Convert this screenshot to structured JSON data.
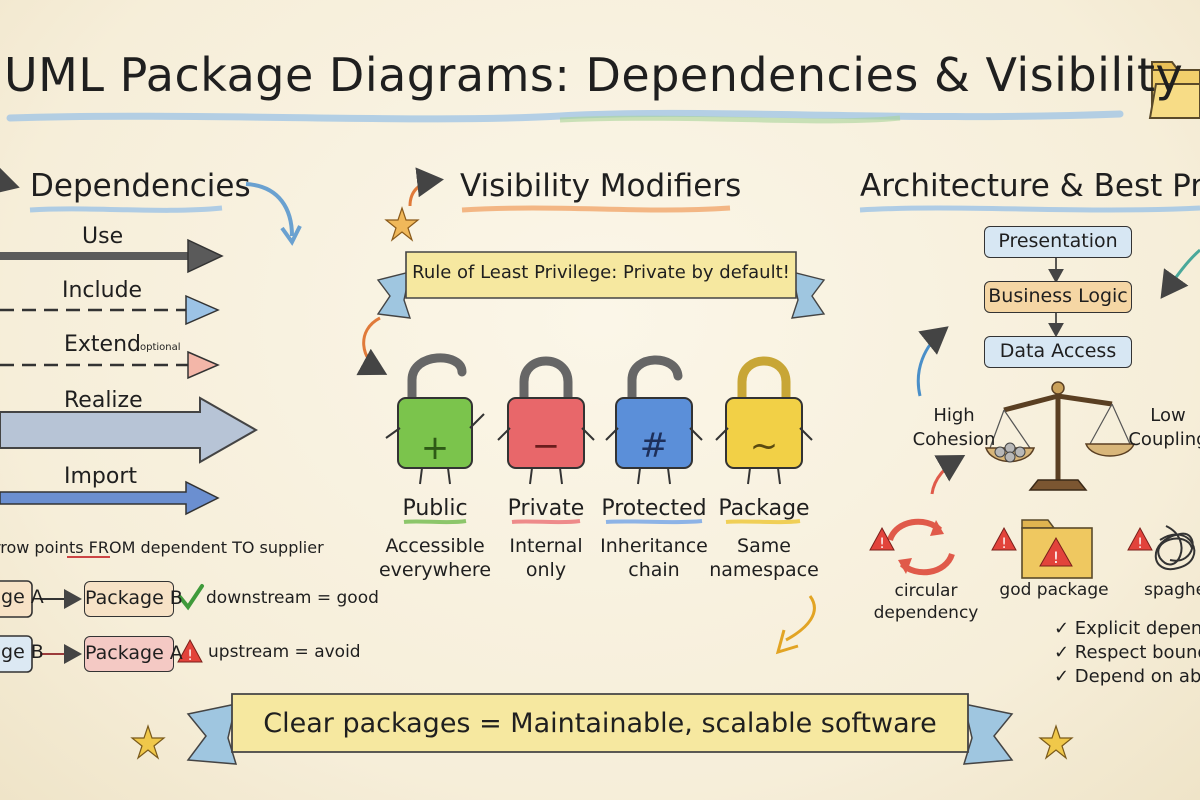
{
  "title": "UML Package Diagrams: Dependencies & Visibility",
  "dependencies": {
    "heading": "Dependencies",
    "arrows": [
      {
        "label": "Use",
        "style": "solid"
      },
      {
        "label": "Include",
        "style": "dashed"
      },
      {
        "label": "Extend",
        "note": "optional",
        "style": "dashed"
      },
      {
        "label": "Realize",
        "style": "hollow-bold"
      },
      {
        "label": "Import",
        "style": "solid-blue"
      }
    ],
    "direction_note": "Arrow points FROM dependent TO supplier",
    "examples": [
      {
        "from": "Package A",
        "to": "Package B",
        "verdict": "downstream = good",
        "icon": "check-icon"
      },
      {
        "from": "Package B",
        "to": "Package A",
        "verdict": "upstream = avoid",
        "icon": "warning-icon"
      }
    ]
  },
  "visibility": {
    "heading": "Visibility Modifiers",
    "banner": "Rule of Least Privilege: Private by default!",
    "modifiers": [
      {
        "symbol": "+",
        "name": "Public",
        "desc1": "Accessible",
        "desc2": "everywhere",
        "color": "#7bc44c"
      },
      {
        "symbol": "−",
        "name": "Private",
        "desc1": "Internal",
        "desc2": "only",
        "color": "#e8676a"
      },
      {
        "symbol": "#",
        "name": "Protected",
        "desc1": "Inheritance",
        "desc2": "chain",
        "color": "#5b8fd9"
      },
      {
        "symbol": "~",
        "name": "Package",
        "desc1": "Same",
        "desc2": "namespace",
        "color": "#f2d046"
      }
    ]
  },
  "architecture": {
    "heading": "Architecture & Best Prac",
    "layers": [
      "Presentation",
      "Business Logic",
      "Data Access"
    ],
    "layer_colors": [
      "#d7e7f3",
      "#f5d6a4",
      "#d7e7f3"
    ],
    "balance_left": [
      "High",
      "Cohesion"
    ],
    "balance_right": [
      "Low",
      "Coupling"
    ],
    "antipatterns": [
      {
        "label1": "circular",
        "label2": "dependency",
        "icon": "circular-arrows-icon"
      },
      {
        "label1": "god package",
        "label2": "",
        "icon": "folder-warning-icon"
      },
      {
        "label1": "spaghe",
        "label2": "",
        "icon": "tangle-icon"
      }
    ],
    "practices": [
      "✓ Explicit depend",
      "✓ Respect bounde",
      "✓ Depend on abst"
    ]
  },
  "footer": {
    "banner": "Clear packages = Maintainable, scalable software"
  }
}
